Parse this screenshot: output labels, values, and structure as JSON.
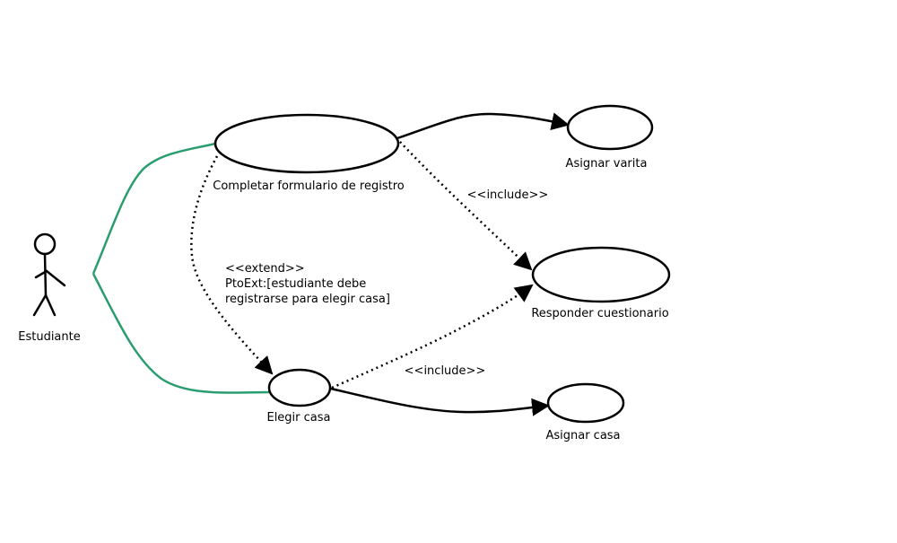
{
  "diagram": {
    "actor": {
      "label": "Estudiante",
      "icon": "stick-figure-icon"
    },
    "use_cases": {
      "registro": {
        "label": "Completar formulario de registro"
      },
      "varita": {
        "label": "Asignar varita"
      },
      "cuestionario": {
        "label": "Responder cuestionario"
      },
      "elegir_casa": {
        "label": "Elegir casa"
      },
      "asignar_casa": {
        "label": "Asignar casa"
      }
    },
    "relations": {
      "include_registro_cuestionario": "<<include>>",
      "include_elegir_cuestionario": "<<include>>",
      "extend_lines": [
        "<<extend>>",
        "PtoExt:[estudiante debe",
        "registrarse para elegir casa]"
      ]
    },
    "colors": {
      "association": "#2a9d6e",
      "stroke": "#000000"
    }
  }
}
